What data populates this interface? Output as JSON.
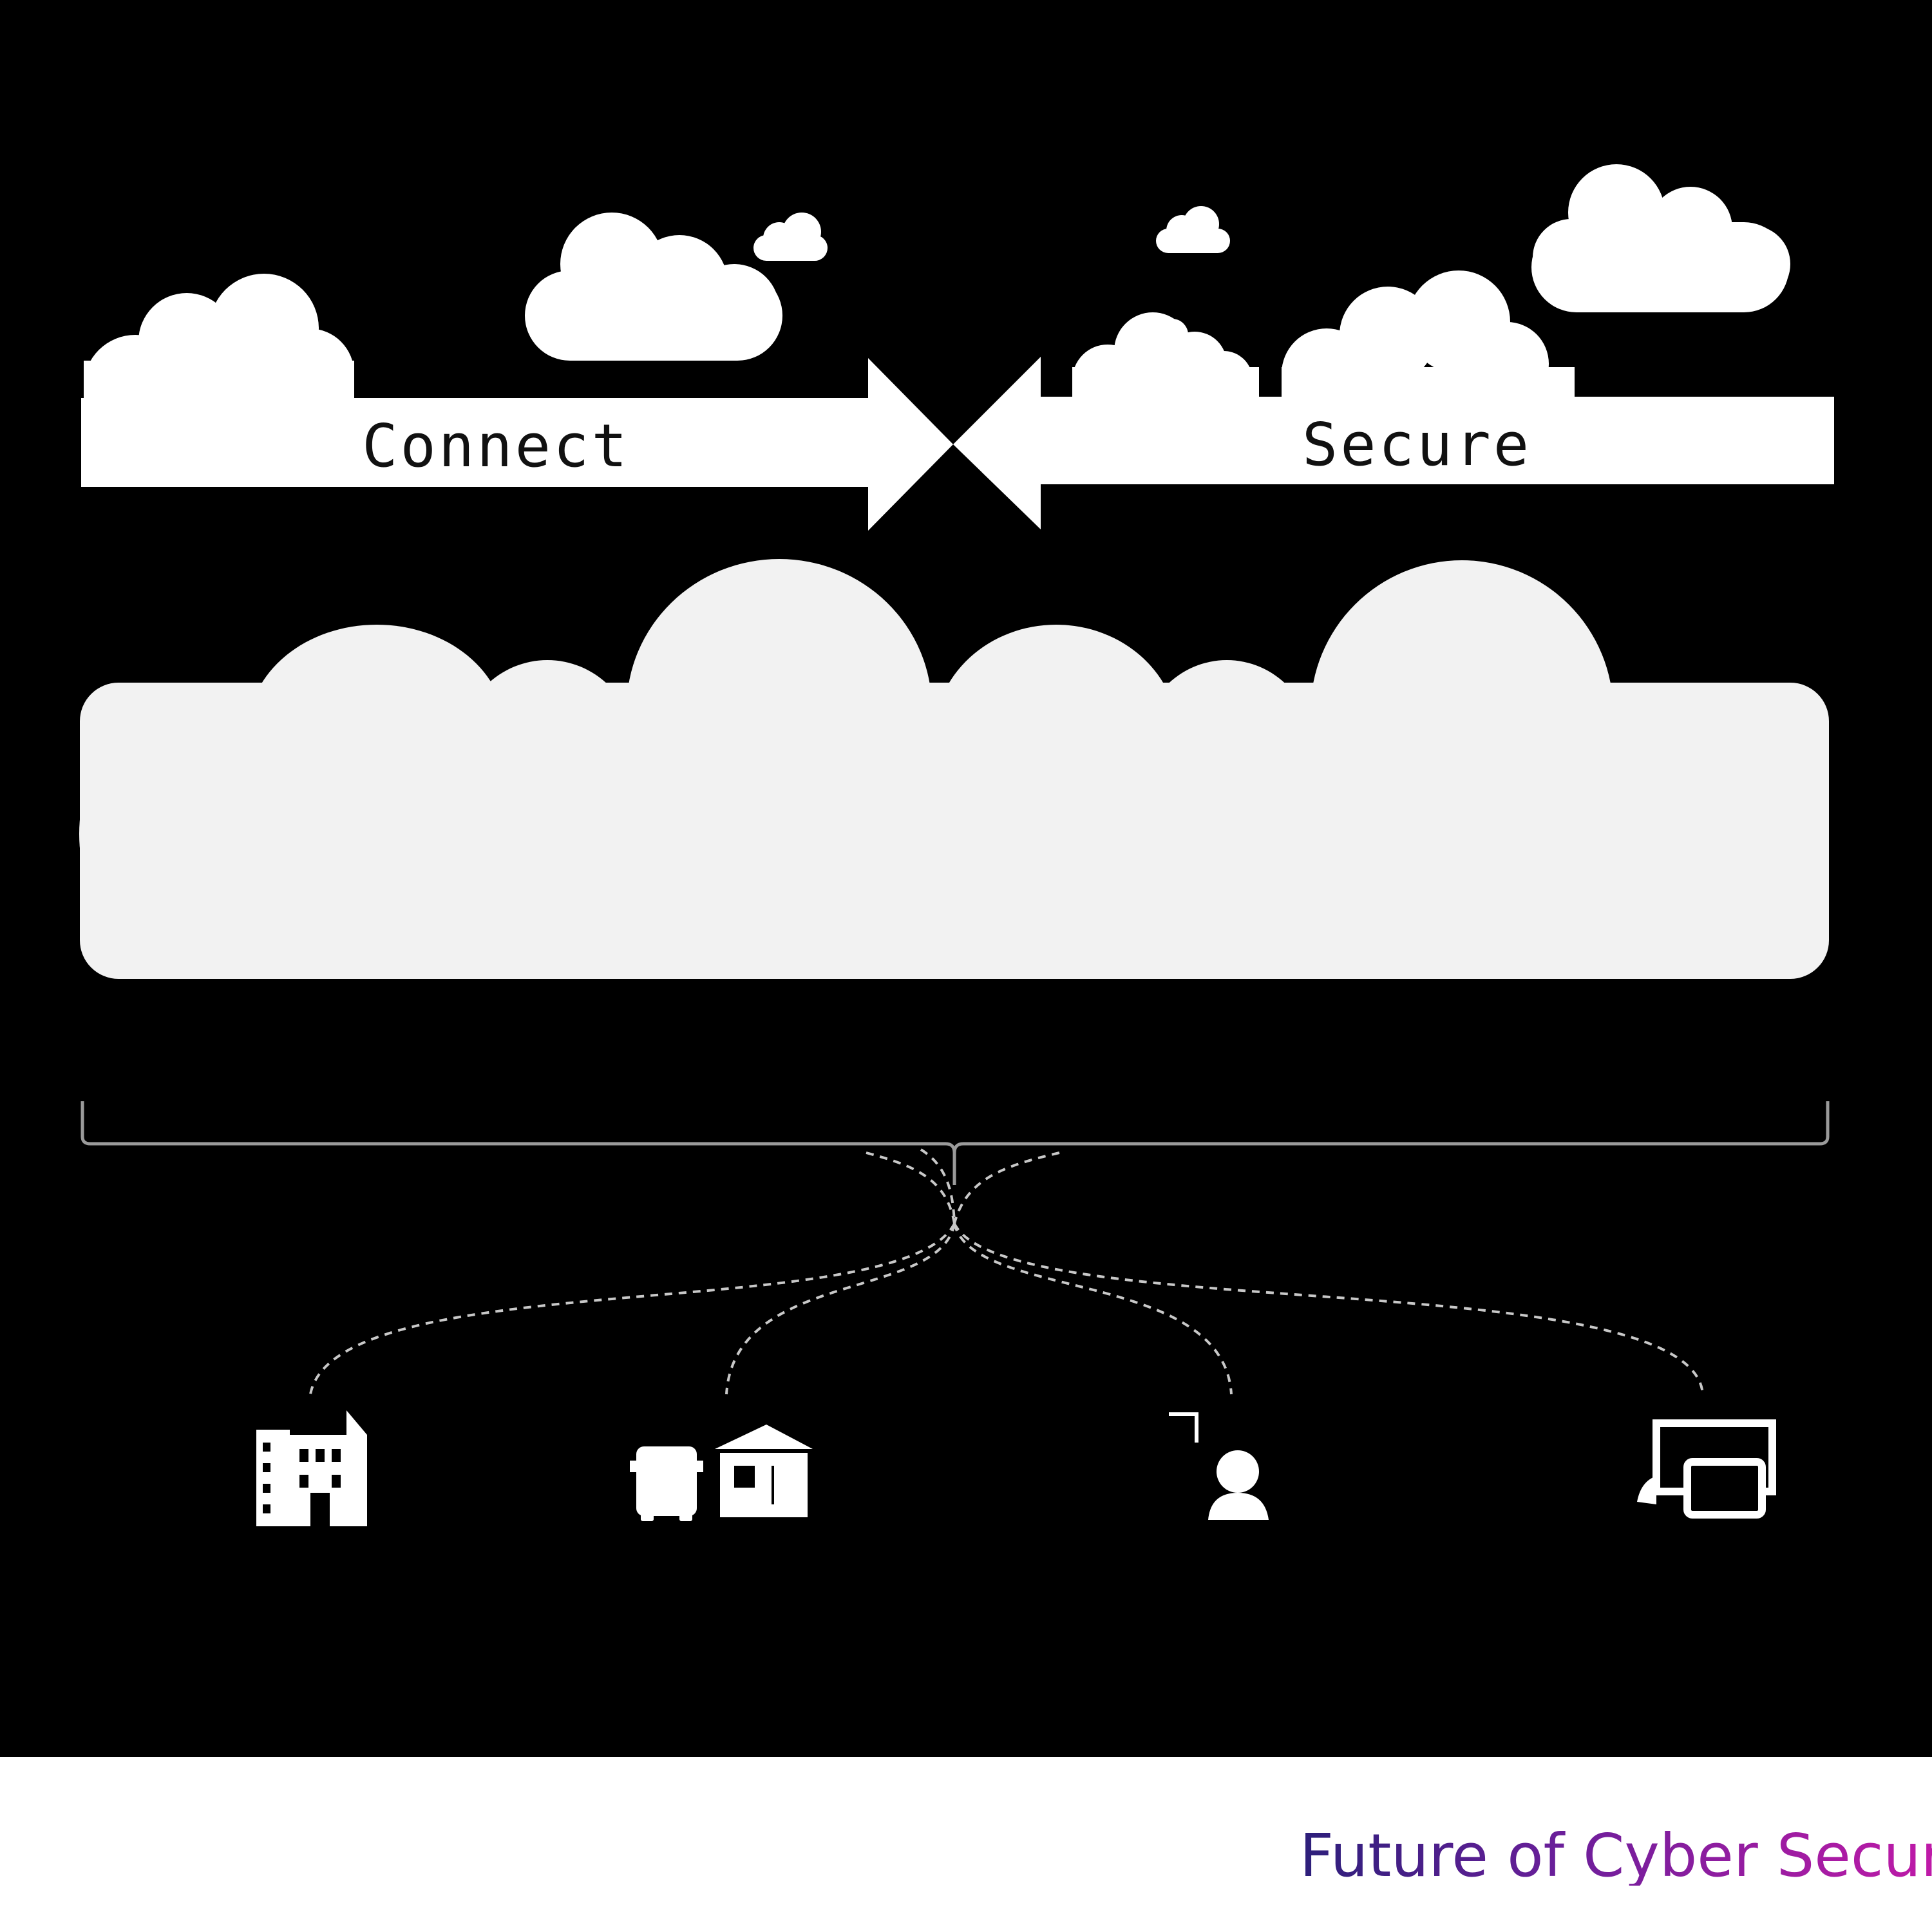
{
  "diagram": {
    "arrows": {
      "left_label": "Connect",
      "right_label": "Secure"
    },
    "endpoints": [
      {
        "icon": "office-building-icon"
      },
      {
        "icon": "branch-home-icon"
      },
      {
        "icon": "remote-user-icon"
      },
      {
        "icon": "devices-icon"
      }
    ],
    "colors": {
      "background": "#000000",
      "cloud": "#f2f2f2",
      "arrow": "#ffffff",
      "connector": "#bbbbbb",
      "footer_gradient_start": "#2c1f7a",
      "footer_gradient_end": "#c21aa8"
    }
  },
  "footer": {
    "title": "Future of Cyber Secur"
  }
}
